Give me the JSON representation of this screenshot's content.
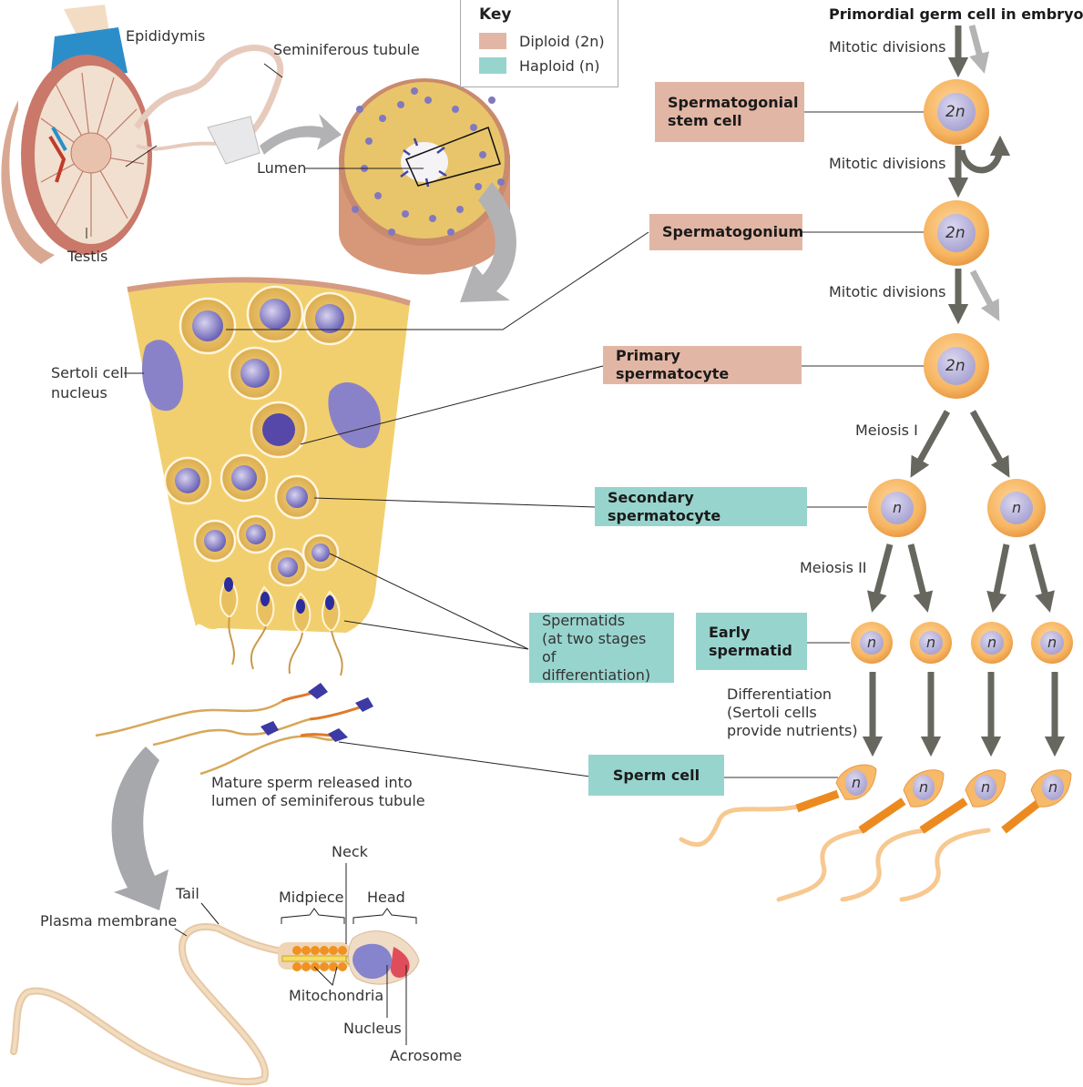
{
  "key": {
    "title": "Key",
    "items": [
      {
        "label": "Diploid (2n)",
        "color": "#e2b6a5"
      },
      {
        "label": "Haploid (n)",
        "color": "#98d4ce"
      }
    ]
  },
  "anatomy_labels": {
    "epididymis": "Epididymis",
    "seminiferous_tubule": "Seminiferous tubule",
    "lumen": "Lumen",
    "testis": "Testis",
    "sertoli_line1": "Sertoli cell",
    "sertoli_line2": "nucleus",
    "mature_line1": "Mature sperm released into",
    "mature_line2": "lumen of seminiferous tubule"
  },
  "sperm_parts": {
    "neck": "Neck",
    "tail": "Tail",
    "midpiece": "Midpiece",
    "head": "Head",
    "plasma_membrane": "Plasma membrane",
    "mitochondria": "Mitochondria",
    "nucleus": "Nucleus",
    "acrosome": "Acrosome"
  },
  "stages": {
    "primordial": "Primordial germ cell in embryo",
    "mitotic1": "Mitotic divisions",
    "stem_cell_line1": "Spermatogonial",
    "stem_cell_line2": "stem cell",
    "mitotic2": "Mitotic divisions",
    "spermatogonium": "Spermatogonium",
    "mitotic3": "Mitotic divisions",
    "primary": "Primary spermatocyte",
    "meiosis1": "Meiosis I",
    "secondary": "Secondary spermatocyte",
    "meiosis2": "Meiosis II",
    "early_line1": "Early",
    "early_line2": "spermatid",
    "spermatids_line1": "Spermatids",
    "spermatids_line2": "(at two stages of",
    "spermatids_line3": "differentiation)",
    "diff_line1": "Differentiation",
    "diff_line2": "(Sertoli cells",
    "diff_line3": "provide nutrients)",
    "sperm_cell": "Sperm cell"
  },
  "ploidy": {
    "diploid": "2n",
    "haploid": "n"
  },
  "colors": {
    "diploid": "#e2b6a5",
    "haploid": "#98d4ce",
    "cell_outer": "#f7b96a",
    "cell_nucleus": "#b8b4dc",
    "arrow_dark": "#676760",
    "arrow_light": "#b4b4b4",
    "tissue": "#f2cf6e"
  }
}
